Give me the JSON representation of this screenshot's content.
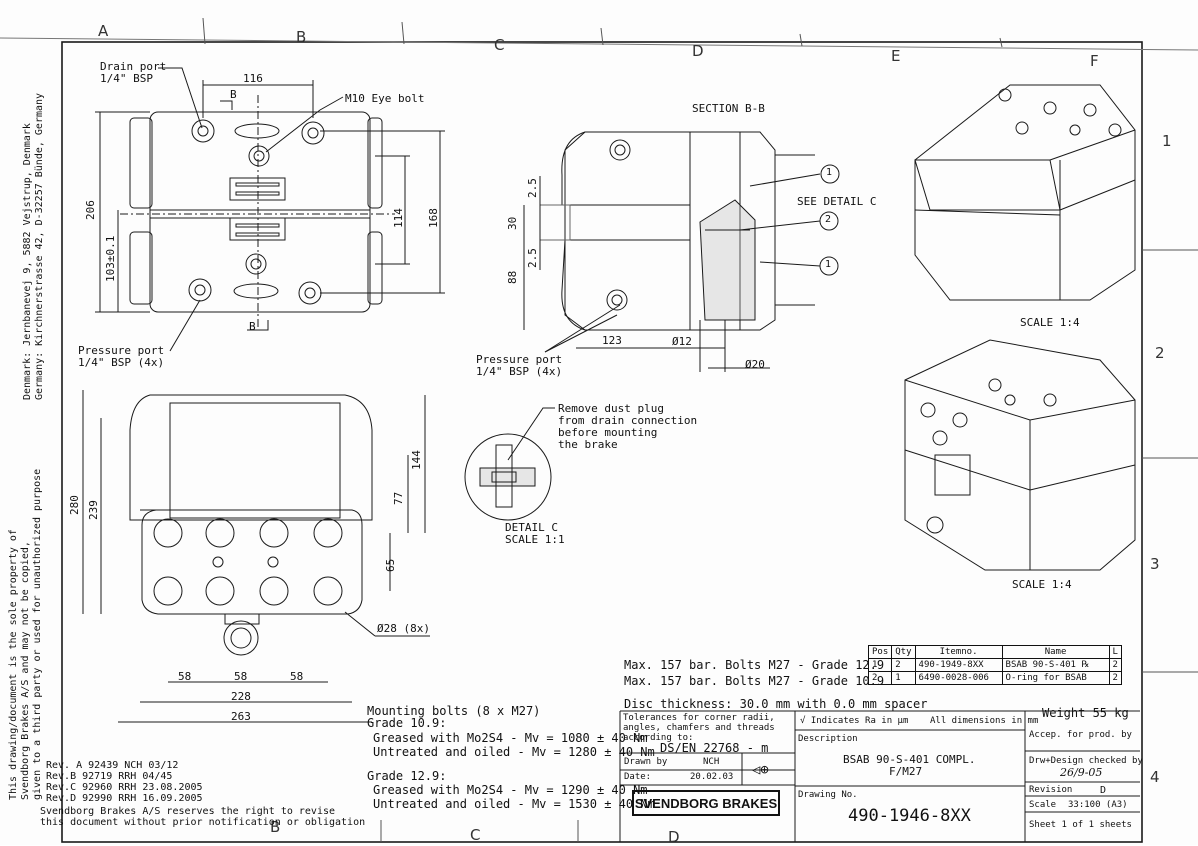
{
  "zones_top": [
    "A",
    "B",
    "C",
    "D",
    "E",
    "F"
  ],
  "zones_right": [
    "1",
    "2",
    "3",
    "4"
  ],
  "zones_bottom": [
    "B",
    "C",
    "D"
  ],
  "side_address": [
    "Denmark: Jernbanevej 9, 5882 Vejstrup, Denmark",
    "Germany: Kirchnerstrasse 42, D-32257 Bünde, Germany"
  ],
  "side_property": [
    "This drawing/document is the sole property of",
    "Svendborg Brakes A/S and may not be copied,",
    "given to a third party or used for unauthorized purpose"
  ],
  "top_view": {
    "drain_port": "Drain port",
    "drain_port_size": "1/4\" BSP",
    "eye_bolt": "M10 Eye bolt",
    "dim_116": "116",
    "section_mark": "B",
    "section_mark2": "B",
    "dim_206": "206",
    "dim_103": "103±0.1",
    "dim_114": "114",
    "dim_168": "168",
    "pressure_port": "Pressure port",
    "pressure_port_size": "1/4\" BSP (4x)"
  },
  "section": {
    "title": "SECTION  B-B",
    "see_detail": "SEE DETAIL  C",
    "balloon1": "1",
    "balloon2": "2",
    "balloon3": "1",
    "dim_25a": "2.5",
    "dim_30": "30",
    "dim_25b": "2.5",
    "dim_88": "88",
    "dim_123": "123",
    "dim_d12": "Ø12",
    "dim_d20": "Ø20",
    "pressure_port": "Pressure port",
    "pressure_port_size": "1/4\" BSP (4x)"
  },
  "detail": {
    "note_lines": [
      "Remove dust plug",
      "from drain connection",
      "before mounting",
      "the brake"
    ],
    "title": "DETAIL  C",
    "scale": "SCALE  1:1"
  },
  "iso": {
    "scale1": "SCALE  1:4",
    "scale2": "SCALE  1:4"
  },
  "front_view": {
    "dim_280": "280",
    "dim_239": "239",
    "dim_144": "144",
    "dim_77": "77",
    "dim_65": "65",
    "dim_58a": "58",
    "dim_58b": "58",
    "dim_58c": "58",
    "dim_228": "228",
    "dim_263": "263",
    "hole_label": "Ø28 (8x)"
  },
  "notes": {
    "max1": "Max. 157 bar. Bolts M27 - Grade 12.9",
    "max2": "Max. 157 bar. Bolts M27 - Grade 10.9",
    "disc": "Disc thickness: 30.0 mm with 0.0 mm spacer",
    "mounting": "Mounting bolts (8 x M27)",
    "grade109": "Grade 10.9:",
    "g109_line1": "Greased with Mo2S4 - Mv = 1080 ± 40 Nm",
    "g109_line2": "Untreated and oiled - Mv = 1280 ± 40 Nm",
    "grade129": "Grade 12.9:",
    "g129_line1": "Greased with Mo2S4 - Mv = 1290 ± 40 Nm",
    "g129_line2": "Untreated and oiled - Mv = 1530 ± 40 Nm"
  },
  "parts_table": {
    "headers": [
      "Pos",
      "Qty",
      "Itemno.",
      "Name",
      ""
    ],
    "rows": [
      [
        "1",
        "2",
        "490-1949-8XX",
        "BSAB 90-S-401 ℞",
        "2"
      ],
      [
        "2",
        "1",
        "6490-0028-006",
        "O-ring for BSAB",
        "2"
      ]
    ],
    "corner": "L"
  },
  "revisions": [
    "Rev. A  92439 NCH 03/12",
    "Rev.B  92719 RRH 04/45",
    "Rev.C  92960 RRH 23.08.2005",
    "Rev.D  92990 RRH 16.09.2005"
  ],
  "reserve_note": [
    "Svendborg Brakes A/S reserves the right to revise",
    "this document without prior notification or obligation"
  ],
  "title_block": {
    "tolerances": [
      "Tolerances for corner radii,",
      "angles, chamfers and threads",
      "according to:"
    ],
    "standard": "DS/EN 22768 - m",
    "drawn_by_label": "Drawn by",
    "drawn_by": "NCH",
    "date_label": "Date:",
    "date": "20.02.03",
    "logo": "SVENDBORG BRAKES",
    "ra_note": "√  Indicates Ra in µm",
    "dims_note": "All dimensions in mm",
    "description_label": "Description",
    "description_1": "BSAB 90-S-401 COMPL.",
    "description_2": "F/M27",
    "drawing_no_label": "Drawing No.",
    "drawing_no": "490-1946-8XX",
    "weight": "Weight 55 kg",
    "accep": "Accep. for prod. by",
    "checked": "Drw+Design checked by",
    "signature": "26/9-05",
    "revision_label": "Revision",
    "revision": "D",
    "scale_label": "Scale",
    "scale": "33:100 (A3)",
    "sheet": "Sheet 1 of 1 sheets"
  }
}
